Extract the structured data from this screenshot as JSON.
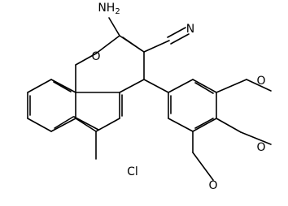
{
  "structure": {
    "atoms": [
      {
        "id": "NH2",
        "label": "NH2"
      },
      {
        "id": "O1",
        "label": "O"
      },
      {
        "id": "N",
        "label": "N"
      },
      {
        "id": "Cl",
        "label": "Cl"
      },
      {
        "id": "O_a",
        "label": "O"
      },
      {
        "id": "O_b",
        "label": "O"
      },
      {
        "id": "O_c",
        "label": "O"
      }
    ]
  }
}
